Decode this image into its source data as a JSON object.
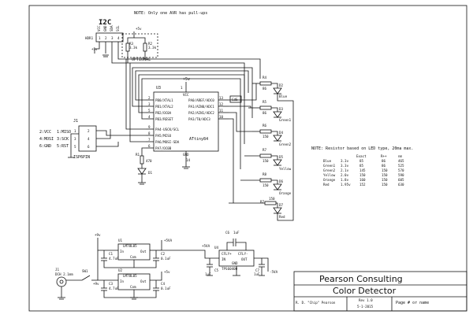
{
  "notes": {
    "pullups": "NOTE: Only one AVR has pull-ups",
    "resistor": "NOTE: Resistor based on LED type, 20ma max."
  },
  "i2c": {
    "title": "I2C",
    "header_ref": "HDR1",
    "pins": [
      "VCC",
      "GND",
      "SDA",
      "SCL"
    ],
    "pin_numbers": [
      "1",
      "2",
      "3",
      "4"
    ],
    "supply": "+5v",
    "r3": {
      "ref": "R3",
      "value": "3.3k"
    },
    "r2": {
      "ref": "R2",
      "value": "3.3k"
    },
    "optional": "OPTIONAL"
  },
  "mcu": {
    "ref": "U3",
    "name": "ATtiny84",
    "vcc_label": "VCC",
    "gnd_label": "GND",
    "supply": "+5v",
    "left_pins": [
      {
        "num": "2",
        "label": "PB0/XTAL1"
      },
      {
        "num": "3",
        "label": "PB1/XTAL2"
      },
      {
        "num": "5",
        "label": "PB2/OC0A"
      },
      {
        "num": "4",
        "label": "PB3/RESET"
      },
      {
        "num": "9",
        "label": "PA4-USCK/SCL"
      },
      {
        "num": "8",
        "label": "PA5/MISO"
      },
      {
        "num": "7",
        "label": "PA6/MOSI-SDA"
      },
      {
        "num": "6",
        "label": "PA7/OC0B"
      }
    ],
    "right_pins": [
      {
        "num": "13",
        "label": "PA0/AREF/ADC0"
      },
      {
        "num": "12",
        "label": "PA1/AIN0/ADC1"
      },
      {
        "num": "11",
        "label": "PA2/AIN1/ADC2"
      },
      {
        "num": "10",
        "label": "PA3/T0/ADC3"
      }
    ],
    "vcc_pin": "1",
    "gnd_pin": "14",
    "cds_label": "CdS"
  },
  "isp": {
    "ref": "J1",
    "name": "ISP6PIN",
    "left_labels": [
      "2:VCC",
      "4:MOSI",
      "6:GND"
    ],
    "right_labels": [
      "1:MISO",
      "3:SCK",
      "5:RST"
    ],
    "pin_numbers": [
      "1",
      "2",
      "3",
      "4",
      "5",
      "6"
    ]
  },
  "status": {
    "resistor": {
      "ref": "R1",
      "value": "470"
    },
    "led": {
      "ref": "D1"
    }
  },
  "leds": [
    {
      "res_ref": "R4",
      "res_value": "86",
      "led_ref": "D2",
      "color": "Blue"
    },
    {
      "res_ref": "R5",
      "res_value": "86",
      "led_ref": "D3",
      "color": "Green1"
    },
    {
      "res_ref": "R6",
      "res_value": "150",
      "led_ref": "D4",
      "color": "Green2"
    },
    {
      "res_ref": "R7",
      "res_value": "150",
      "led_ref": "D5",
      "color": "Yellow"
    },
    {
      "res_ref": "R8",
      "res_value": "150",
      "led_ref": "D6",
      "color": "Orange"
    },
    {
      "res_ref": "R7",
      "res_value": "150",
      "led_ref": "D7",
      "color": "Red"
    }
  ],
  "resistor_table": {
    "headers": [
      "",
      "",
      "Exact",
      "R++",
      "nm"
    ],
    "rows": [
      [
        "Blue",
        "3.3v",
        "85",
        "86",
        "465"
      ],
      [
        "Green1",
        "3.3v",
        "85",
        "86",
        "525"
      ],
      [
        "Green2",
        "2.1v",
        "145",
        "150",
        "570"
      ],
      [
        "Yellow",
        "2.0v",
        "150",
        "150",
        "590"
      ],
      [
        "Orange",
        "1.8v",
        "160",
        "150",
        "605"
      ],
      [
        "Red",
        "1.95v",
        "152",
        "150",
        "630"
      ]
    ]
  },
  "power": {
    "reg1": {
      "ref": "U1",
      "name": "LM78L05",
      "in": "In",
      "out": "Out",
      "com": "Com",
      "supply": "+9v",
      "out_net": "+5VA"
    },
    "reg2": {
      "ref": "U2",
      "name": "LM78L05",
      "in": "In",
      "out": "Out",
      "com": "Com",
      "out_net": "+5v"
    },
    "c1": {
      "ref": "C1",
      "value": "4.7uF"
    },
    "c2": {
      "ref": "C2",
      "value": "0.1uF"
    },
    "c3": {
      "ref": "C3",
      "value": "4.7uF"
    },
    "c4": {
      "ref": "C4",
      "value": "0.1uF"
    },
    "jack": {
      "ref": "J1",
      "label": "DCH 2.1mm"
    },
    "switch": {
      "ref": "SW1"
    },
    "ps_in": "+9v"
  },
  "converter": {
    "ref": "U4",
    "name": "TPS60400",
    "cap_top": {
      "ref": "C6",
      "value": "1uF"
    },
    "c5": {
      "ref": "C5",
      "value": "1uF"
    },
    "c7": {
      "ref": "C7",
      "value": "1uF"
    },
    "supply_in": "+5VA",
    "out": "-5VA",
    "pins": [
      "CFLY+",
      "CFLY-",
      "IN",
      "OUT",
      "GND"
    ]
  },
  "title_block": {
    "company": "Pearson Consulting",
    "project": "Color Detector",
    "author": "R. D. \"Chip\" Pearson",
    "rev": "Rev 1.0",
    "date": "5-1-2015",
    "page": "Page # or name"
  }
}
